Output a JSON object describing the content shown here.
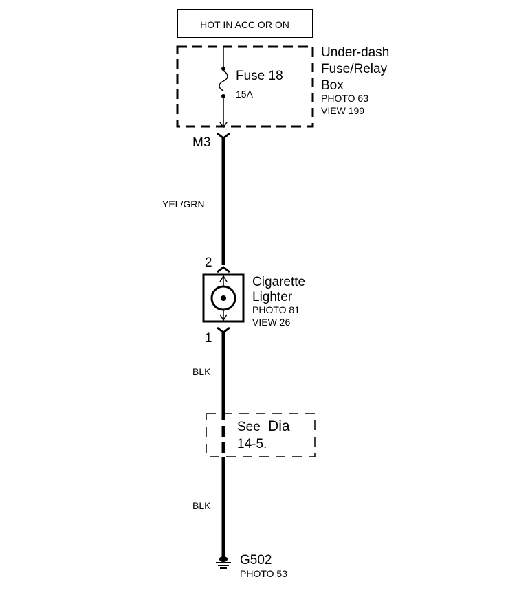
{
  "power_source": {
    "label": "HOT IN ACC OR ON"
  },
  "fuse_box": {
    "name_line1": "Under-dash",
    "name_line2": "Fuse/Relay",
    "name_line3": "Box",
    "photo": "PHOTO 63",
    "view": "VIEW 199"
  },
  "fuse": {
    "name": "Fuse 18",
    "rating": "15A"
  },
  "connector_top": {
    "label": "M3"
  },
  "wire_top": {
    "color_code": "YEL/GRN"
  },
  "lighter": {
    "name_line1": "Cigarette",
    "name_line2": "Lighter",
    "photo": "PHOTO 81",
    "view": "VIEW 26",
    "pin_top": "2",
    "pin_bottom": "1"
  },
  "wire_mid": {
    "color_code": "BLK"
  },
  "reference": {
    "line1_a": "See",
    "line1_b": "Dia",
    "line2": "14-5."
  },
  "wire_bottom": {
    "color_code": "BLK"
  },
  "ground": {
    "name": "G502",
    "photo": "PHOTO 53"
  },
  "colors": {
    "ink": "#000000",
    "background": "#ffffff"
  }
}
